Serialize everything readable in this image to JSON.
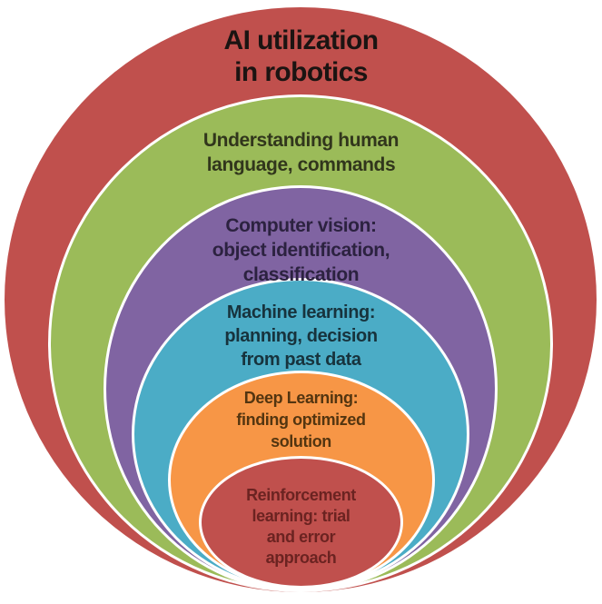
{
  "diagram": {
    "type": "nested-venn",
    "background_color": "#FFFFFF",
    "stroke_color": "#FFFFFF",
    "title": "AI utilization\nin robotics",
    "rings": [
      {
        "id": "ai-utilization",
        "label": "AI utilization\nin robotics",
        "color": "#C0504D",
        "text_color": "#1B1412",
        "level": 1
      },
      {
        "id": "understanding-human-language",
        "label": "Understanding human\nlanguage, commands",
        "color": "#9BBB59",
        "text_color": "#31361C",
        "level": 2
      },
      {
        "id": "computer-vision",
        "label": "Computer vision:\nobject identification,\nclassification",
        "color": "#8064A2",
        "text_color": "#2C2240",
        "level": 3
      },
      {
        "id": "machine-learning",
        "label": "Machine learning:\nplanning, decision\nfrom past data",
        "color": "#4BACC6",
        "text_color": "#17333D",
        "level": 4
      },
      {
        "id": "deep-learning",
        "label": "Deep Learning:\nfinding optimized\nsolution",
        "color": "#F79646",
        "text_color": "#533510",
        "level": 5
      },
      {
        "id": "reinforcement-learning",
        "label": "Reinforcement\nlearning: trial\nand error\napproach",
        "color": "#C0504D",
        "text_color": "#6B2321",
        "level": 6
      }
    ]
  }
}
